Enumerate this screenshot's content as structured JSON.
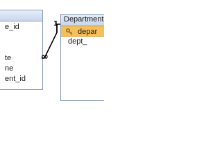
{
  "left_table": {
    "fields": [
      "e_id",
      "",
      "",
      "te",
      "ne",
      "ent_id"
    ]
  },
  "right_table": {
    "title": "Department",
    "fields": [
      {
        "label": "depar",
        "primary_key": true,
        "icon": "key-icon"
      },
      {
        "label": "dept_",
        "primary_key": false
      }
    ]
  },
  "relationship": {
    "one_symbol": "1",
    "many_symbol": "∞"
  },
  "colors": {
    "table_border": "#8a9bb4",
    "title_bar": "#c9d7ea",
    "selected_field": "#f5bf5a",
    "line": "#000000"
  }
}
